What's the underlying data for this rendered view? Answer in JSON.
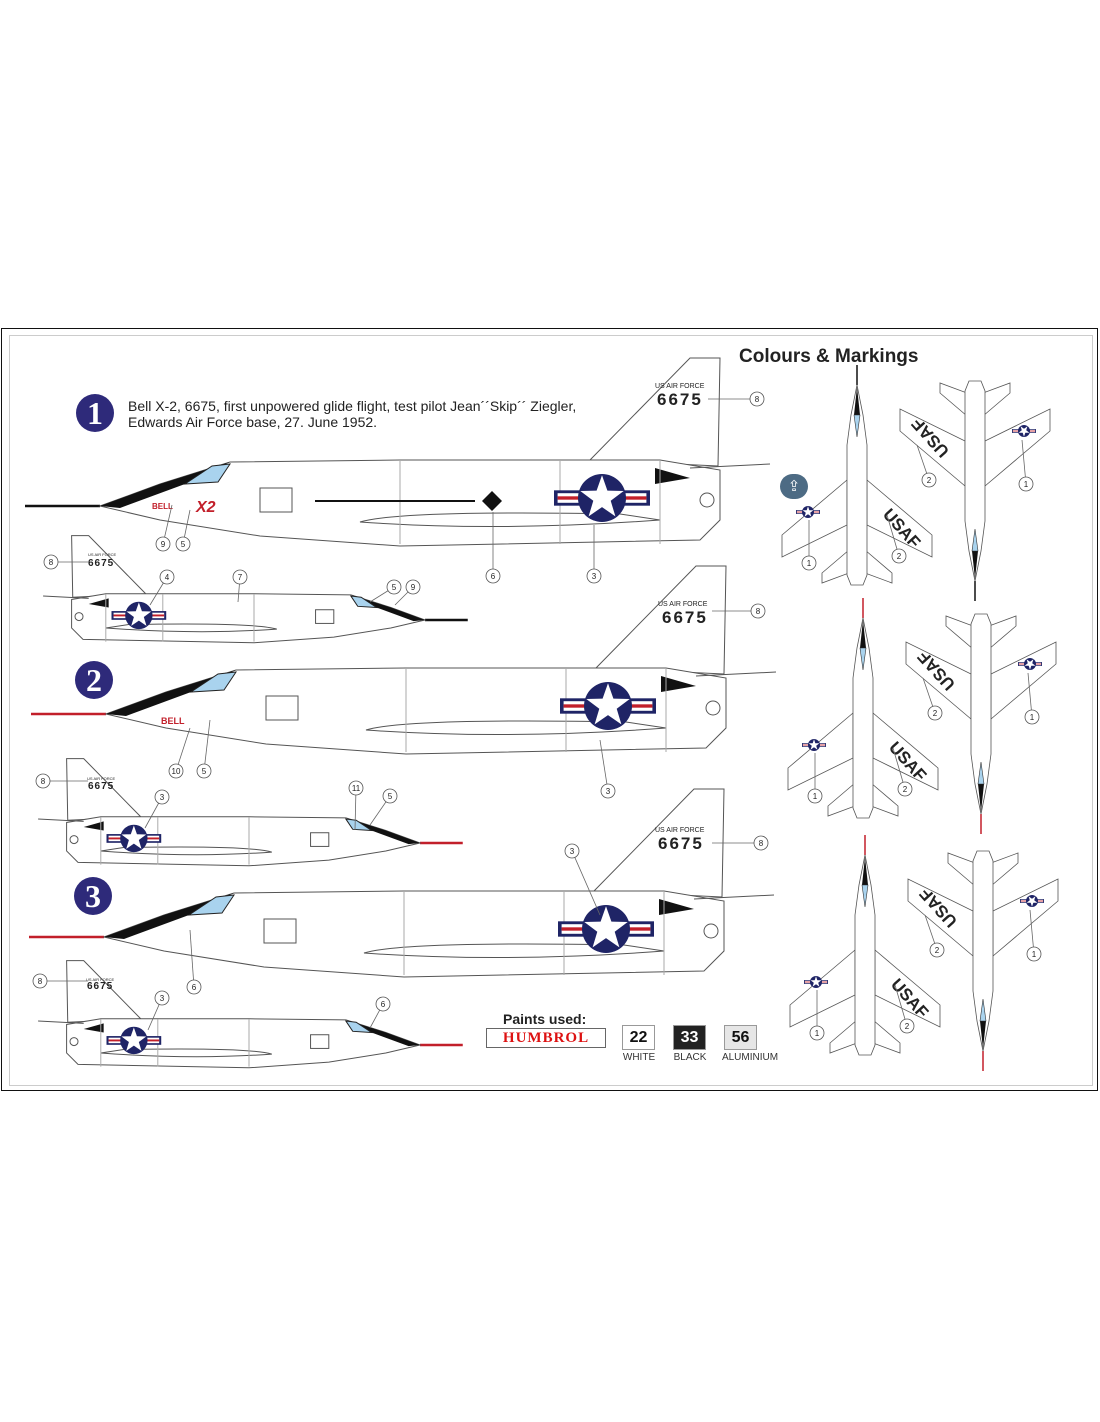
{
  "title": "Colours & Markings",
  "schemes": [
    {
      "number": "1",
      "description_line1": "Bell X-2, 6675, first  unpowered glide flight, test pilot Jean´´Skip´´ Ziegler,",
      "description_line2": "Edwards Air Force base, 27. June 1952.",
      "nose_text": "BELL",
      "nose_logo": "X2"
    },
    {
      "number": "2",
      "nose_text": "BELL"
    },
    {
      "number": "3"
    }
  ],
  "markings": {
    "air_force": "US AIR FORCE",
    "serial": "6675",
    "usaf": "USAF"
  },
  "callouts": {
    "side1": [
      "8",
      "9",
      "5",
      "6",
      "3"
    ],
    "small1": [
      "8",
      "4",
      "7",
      "5",
      "9"
    ],
    "side2": [
      "8",
      "10",
      "5",
      "3"
    ],
    "small2": [
      "8",
      "3",
      "11",
      "5"
    ],
    "side3": [
      "8",
      "3",
      "6"
    ],
    "small3": [
      "8",
      "3",
      "6"
    ],
    "top1": [
      "1",
      "2",
      "2",
      "1"
    ],
    "top2": [
      "1",
      "2",
      "2",
      "1"
    ],
    "top3": [
      "1",
      "2",
      "2",
      "1"
    ]
  },
  "paints": {
    "label": "Paints used:",
    "brand": "HUMBROL",
    "items": [
      {
        "code": "22",
        "name": "WHITE",
        "color": "#ffffff",
        "text": "#111111"
      },
      {
        "code": "33",
        "name": "BLACK",
        "color": "#222222",
        "text": "#ffffff"
      },
      {
        "code": "56",
        "name": "ALUMINIUM",
        "color": "#e6e6e6",
        "text": "#111111"
      }
    ]
  },
  "colors": {
    "navy": "#1f2466",
    "red": "#c21f2a",
    "canopy": "#a9d3ee",
    "line": "#555555"
  },
  "share_icon": "upload-icon"
}
